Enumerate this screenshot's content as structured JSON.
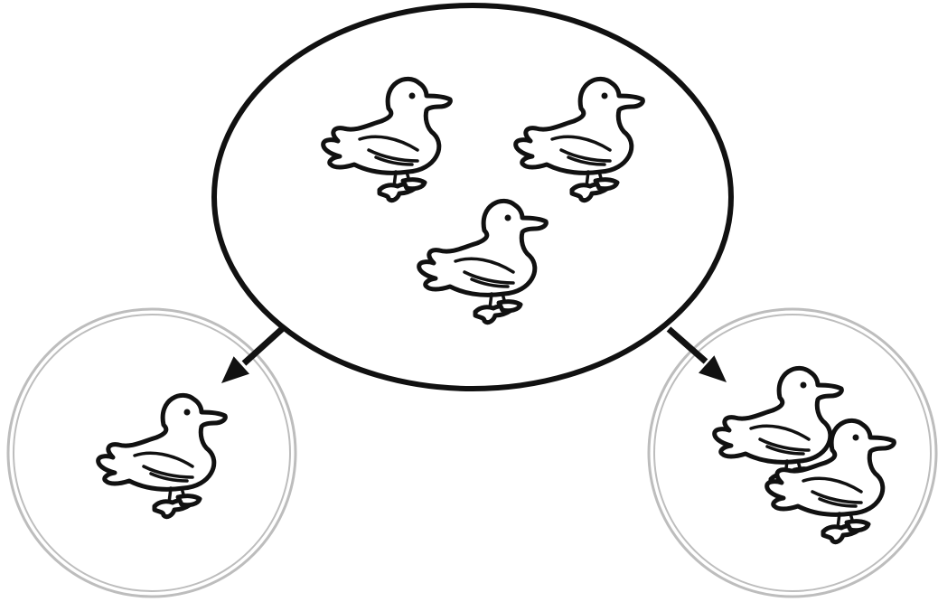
{
  "diagram": {
    "whole": {
      "duck_count": 3,
      "icon": "duck-icon"
    },
    "parts": [
      {
        "duck_count": 1,
        "icon": "duck-icon"
      },
      {
        "duck_count": 2,
        "icon": "duck-icon"
      }
    ],
    "colors": {
      "outline": "#111111",
      "part_ring": "#bdbdbd",
      "background": "#ffffff"
    }
  }
}
